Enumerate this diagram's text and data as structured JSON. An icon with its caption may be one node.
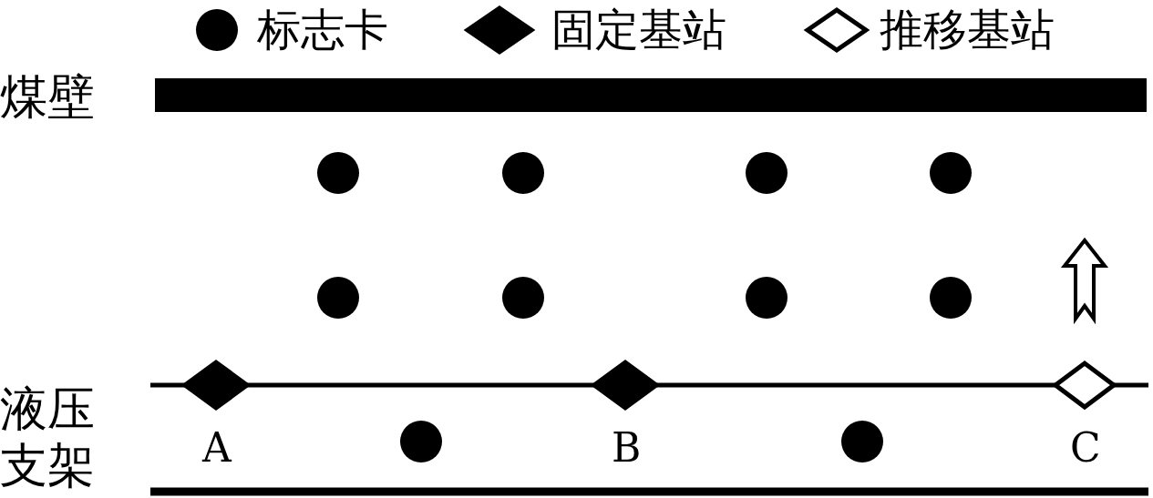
{
  "diagram": {
    "nodes": [
      {
        "text": [],
        "shape": "bar",
        "beside": [
          "煤壁"
        ]
      }
    ],
    "labels": [
      "液压支架",
      "A",
      "B",
      "C"
    ],
    "legend": [
      {
        "text": "标志卡"
      },
      {
        "text": "固定基站"
      },
      {
        "text": "推移基站"
      }
    ]
  }
}
